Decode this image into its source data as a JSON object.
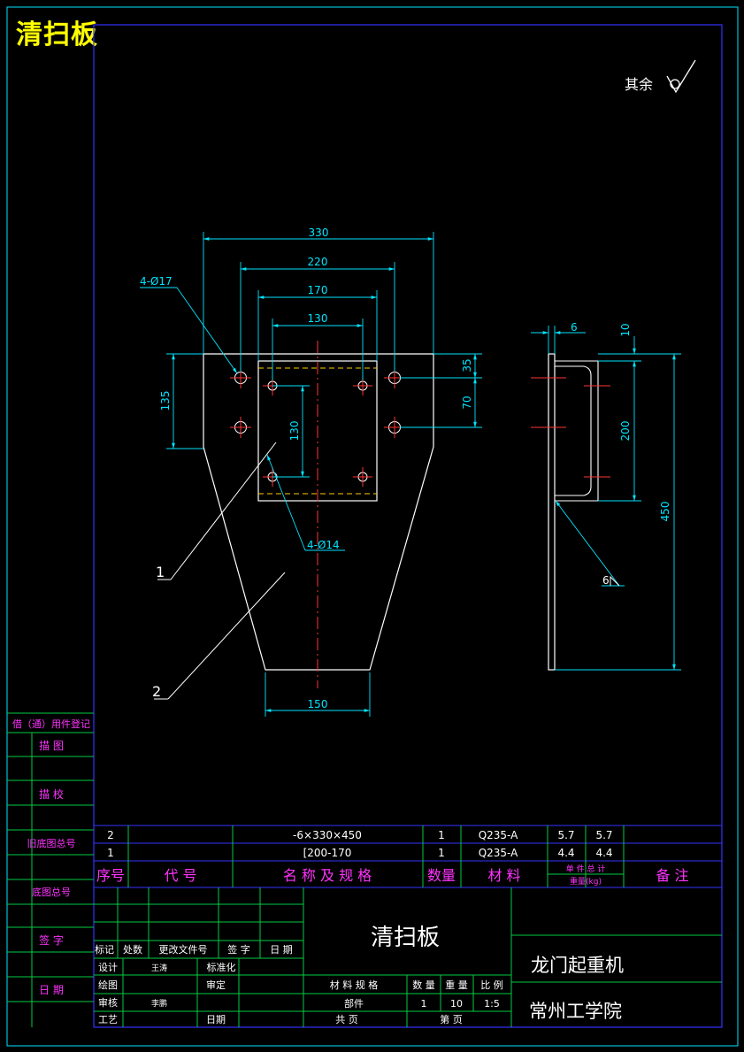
{
  "drawing": {
    "title": "清扫板",
    "surface_note": "其余",
    "part_callouts": [
      "1",
      "2"
    ]
  },
  "front_view": {
    "dims": {
      "w330": "330",
      "w220": "220",
      "w170": "170",
      "w130": "130",
      "h135": "135",
      "v130": "130",
      "v35": "35",
      "v70": "70",
      "w150": "150"
    },
    "hole_large": "4-Ø17",
    "hole_small": "4-Ø14"
  },
  "side_view": {
    "dims": {
      "t6": "6",
      "t10": "10",
      "h200": "200",
      "h450": "450"
    },
    "weld": "6"
  },
  "bom": {
    "rows": [
      {
        "no": "2",
        "code": "",
        "name": "-6×330×450",
        "qty": "1",
        "material": "Q235-A",
        "unit_w": "5.7",
        "total_w": "5.7",
        "note": ""
      },
      {
        "no": "1",
        "code": "",
        "name": "[200-170",
        "qty": "1",
        "material": "Q235-A",
        "unit_w": "4.4",
        "total_w": "4.4",
        "note": ""
      }
    ],
    "header": {
      "no": "序号",
      "code": "代 号",
      "name": "名 称 及 规 格",
      "qty": "数量",
      "material": "材 料",
      "weight_top": "单 件  总 计",
      "weight_bottom": "重量(kg)",
      "note": "备 注"
    }
  },
  "left_strip": [
    "借（通）用件登记",
    "描 图",
    "描 校",
    "旧底图总号",
    "底图总号",
    "签 字",
    "日 期"
  ],
  "title_block": {
    "part_name": "清扫板",
    "project": "龙门起重机",
    "school": "常州工学院",
    "rev_labels": [
      "标记",
      "处数",
      "更改文件号",
      "签 字",
      "日 期"
    ],
    "roles": {
      "design": "设计",
      "designer": "王涛",
      "standard": "标准化",
      "draw": "绘图",
      "approve": "审定",
      "check": "审核",
      "checker": "李鹏",
      "process": "工艺",
      "date": "日期"
    },
    "spec_labels": {
      "material": "材 料 规 格",
      "qty": "数 量",
      "weight": "重 量",
      "scale": "比 例"
    },
    "spec_values": {
      "material": "部件",
      "qty": "1",
      "weight": "10",
      "scale": "1:5"
    },
    "sheets": {
      "total": "共 页",
      "current": "第 页"
    }
  },
  "colors": {
    "border": "#00e5ff",
    "object": "#ffffff",
    "dim": "#00e5ff",
    "center": "#ff3333",
    "hidden": "#ffcc00",
    "label": "#ff33ff",
    "title": "#ffff00",
    "grid": "#00cc44",
    "frame": "#3333ff"
  }
}
